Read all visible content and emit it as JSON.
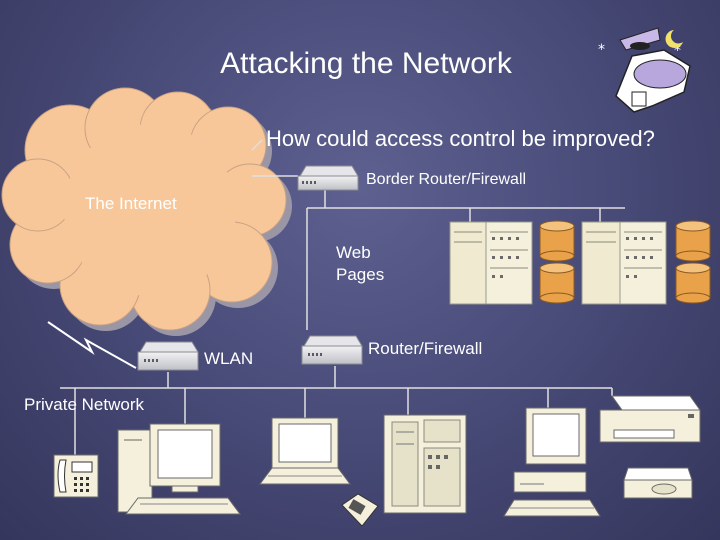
{
  "slide": {
    "title": "Attacking the Network",
    "question": "How could access control be improved?"
  },
  "labels": {
    "internet": "The Internet",
    "border_router": "Border Router/Firewall",
    "web_pages": "Web\nPages",
    "wlan": "WLAN",
    "router_firewall": "Router/Firewall",
    "private_network": "Private Network"
  },
  "colors": {
    "background": "#4a4c7a",
    "cloud": "#f7c79a",
    "cloud_shadow": "#9a96a6",
    "device": "#d8d8dc",
    "server": "#f4f0dc",
    "database": "#e9a24a",
    "network_line": "#e0e0e0"
  },
  "icons": [
    "spy-mascot-icon",
    "router-icon",
    "server-rack-icon",
    "database-icon",
    "telephone-icon",
    "desktop-computer-icon",
    "laptop-icon",
    "printer-icon",
    "disk-drive-icon",
    "wireless-signal-icon"
  ]
}
